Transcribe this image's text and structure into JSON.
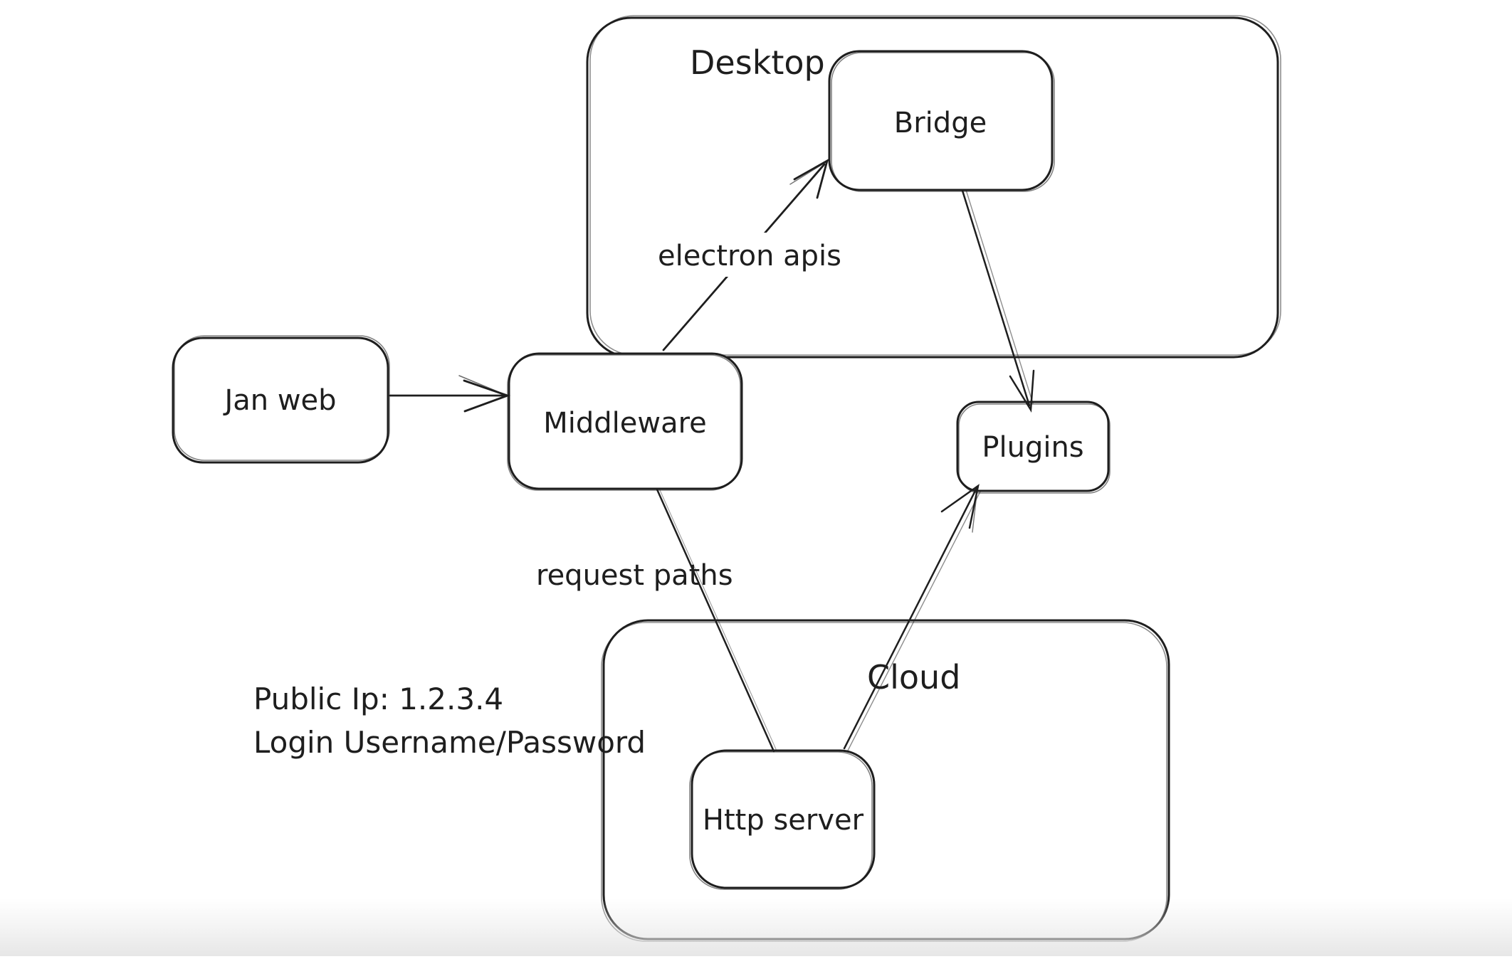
{
  "canvas": {
    "background": "#ffffff",
    "ink": "#1e1e1e",
    "bottom_fade": "#e7e7e7"
  },
  "containers": [
    {
      "label": "Desktop"
    },
    {
      "label": "Cloud"
    }
  ],
  "nodes": [
    {
      "label": "Jan web"
    },
    {
      "label": "Middleware"
    },
    {
      "label": "Bridge"
    },
    {
      "label": "Plugins"
    },
    {
      "label": "Http server"
    }
  ],
  "edges": [
    {
      "from": "Jan web",
      "to": "Middleware",
      "label": ""
    },
    {
      "from": "Middleware",
      "to": "Bridge",
      "label": "electron apis"
    },
    {
      "from": "Bridge",
      "to": "Plugins",
      "label": ""
    },
    {
      "from": "Middleware",
      "to": "Http server",
      "label": "request paths"
    },
    {
      "from": "Http server",
      "to": "Plugins",
      "label": ""
    }
  ],
  "annotations": [
    {
      "text": "Public Ip: 1.2.3.4"
    },
    {
      "text": "Login Username/Password"
    }
  ]
}
